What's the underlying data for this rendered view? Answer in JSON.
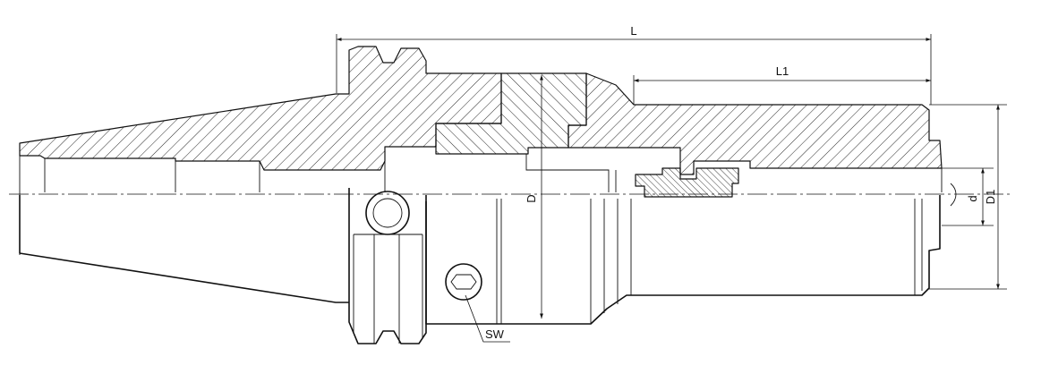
{
  "dimensions": {
    "overall_length": "L",
    "shank_length": "L1",
    "body_diameter": "D",
    "bore_diameter": "d",
    "shank_diameter": "D1",
    "wrench_size": "SW"
  }
}
